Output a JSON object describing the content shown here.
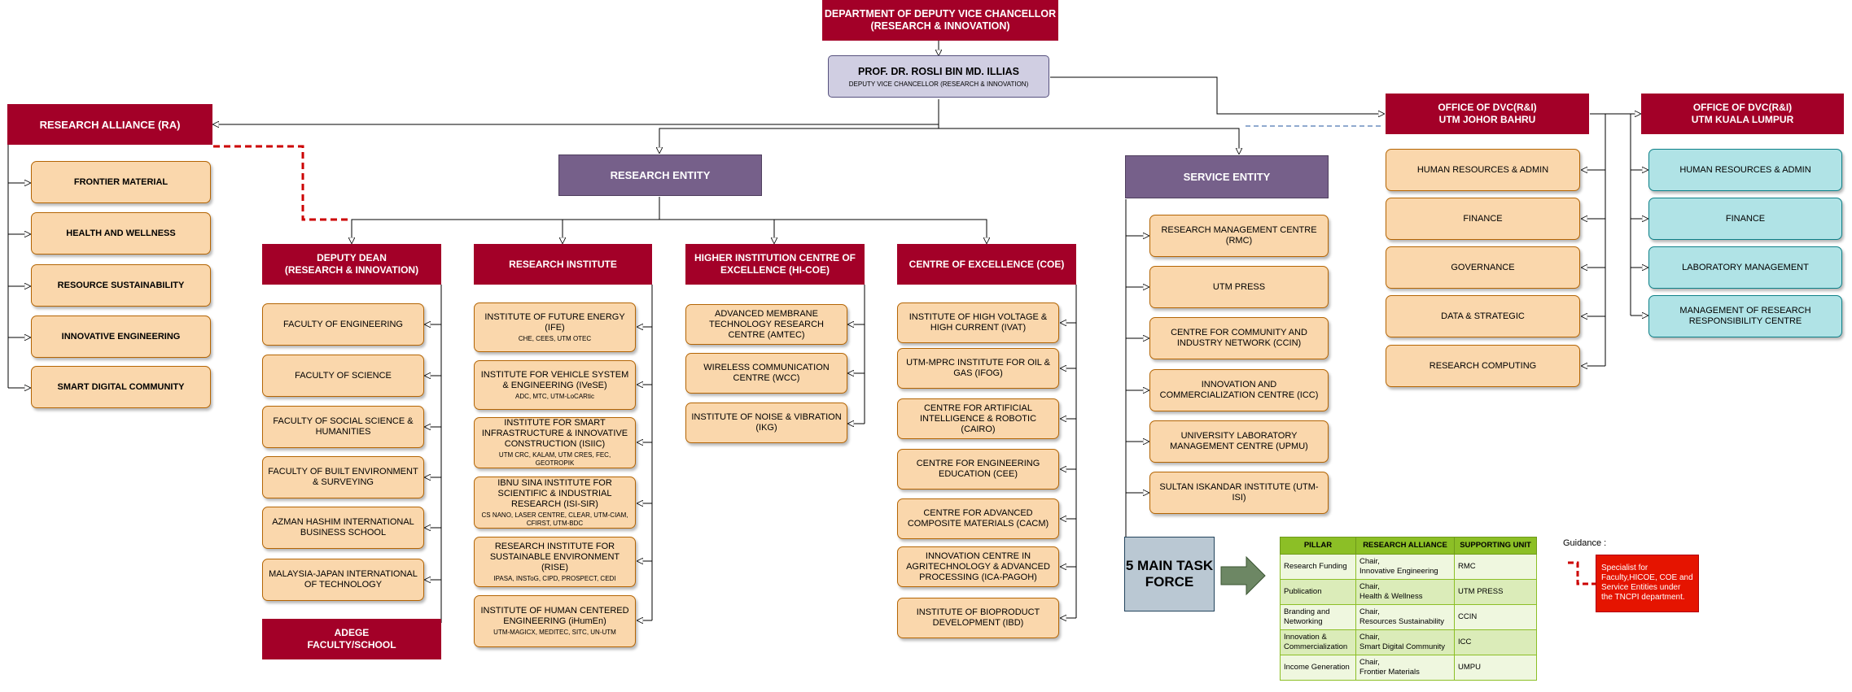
{
  "top_department": "DEPARTMENT OF DEPUTY VICE CHANCELLOR\n(RESEARCH & INNOVATION)",
  "dvc": {
    "name": "PROF. DR. ROSLI BIN MD. ILLIAS",
    "title": "DEPUTY VICE CHANCELLOR (RESEARCH & INNOVATION)"
  },
  "research_alliance": {
    "title": "RESEARCH ALLIANCE (RA)",
    "items": [
      "FRONTIER MATERIAL",
      "HEALTH AND WELLNESS",
      "RESOURCE SUSTAINABILITY",
      "INNOVATIVE ENGINEERING",
      "SMART DIGITAL COMMUNITY"
    ]
  },
  "research_entity": "RESEARCH ENTITY",
  "service_entity": {
    "title": "SERVICE ENTITY",
    "items": [
      "RESEARCH MANAGEMENT CENTRE (RMC)",
      "UTM PRESS",
      "CENTRE FOR COMMUNITY AND INDUSTRY NETWORK (CCIN)",
      "INNOVATION AND COMMERCIALIZATION CENTRE (ICC)",
      "UNIVERSITY LABORATORY MANAGEMENT CENTRE (UPMU)",
      "SULTAN ISKANDAR INSTITUTE (UTM-ISI)"
    ]
  },
  "deputy_dean": {
    "title": "DEPUTY DEAN\n(RESEARCH & INNOVATION)",
    "items": [
      "FACULTY OF ENGINEERING",
      "FACULTY OF SCIENCE",
      "FACULTY OF SOCIAL SCIENCE & HUMANITIES",
      "FACULTY OF BUILT ENVIRONMENT & SURVEYING",
      "AZMAN HASHIM INTERNATIONAL BUSINESS SCHOOL",
      "MALAYSIA-JAPAN INTERNATIONAL OF TECHNOLOGY"
    ],
    "footer": "ADEGE\nFACULTY/SCHOOL"
  },
  "research_institute": {
    "title": "RESEARCH INSTITUTE",
    "items": [
      {
        "name": "INSTITUTE OF FUTURE ENERGY (IFE)",
        "sub": "CHE, CEES, UTM OTEC"
      },
      {
        "name": "INSTITUTE FOR VEHICLE SYSTEM & ENGINEERING (IVeSE)",
        "sub": "ADC, MTC, UTM-LoCARtic"
      },
      {
        "name": "INSTITUTE FOR SMART INFRASTRUCTURE & INNOVATIVE CONSTRUCTION (ISIIC)",
        "sub": "UTM CRC, KALAM, UTM CRES, FEC, GEOTROPIK"
      },
      {
        "name": "IBNU SINA INSTITUTE FOR SCIENTIFIC & INDUSTRIAL RESEARCH (ISI-SIR)",
        "sub": "CS NANO, LASER CENTRE, CLEAR, UTM-CIAM, CFIRST, UTM-BDC"
      },
      {
        "name": "RESEARCH INSTITUTE FOR SUSTAINABLE ENVIRONMENT (RISE)",
        "sub": "IPASA, INSToG, CIPD, PROSPECT, CEDI"
      },
      {
        "name": "INSTITUTE OF HUMAN CENTERED ENGINEERING (iHumEn)",
        "sub": "UTM-MAGICX, MEDITEC, SITC, UN-UTM"
      }
    ]
  },
  "hicoe": {
    "title": "HIGHER INSTITUTION CENTRE OF EXCELLENCE (HI-COE)",
    "items": [
      "ADVANCED MEMBRANE TECHNOLOGY RESEARCH CENTRE (AMTEC)",
      "WIRELESS COMMUNICATION CENTRE (WCC)",
      "INSTITUTE OF NOISE & VIBRATION (IKG)"
    ]
  },
  "coe": {
    "title": "CENTRE OF EXCELLENCE (COE)",
    "items": [
      "INSTITUTE OF HIGH VOLTAGE & HIGH CURRENT (IVAT)",
      "UTM-MPRC INSTITUTE FOR OIL & GAS (IFOG)",
      "CENTRE FOR ARTIFICIAL INTELLIGENCE & ROBOTIC (CAIRO)",
      "CENTRE FOR ENGINEERING EDUCATION (CEE)",
      "CENTRE FOR ADVANCED COMPOSITE MATERIALS (CACM)",
      "INNOVATION CENTRE IN AGRITECHNOLOGY & ADVANCED PROCESSING (ICA-PAGOH)",
      "INSTITUTE OF BIOPRODUCT DEVELOPMENT (IBD)"
    ]
  },
  "office_jb": {
    "title": "OFFICE OF DVC(R&I)\nUTM JOHOR BAHRU",
    "items": [
      "HUMAN RESOURCES & ADMIN",
      "FINANCE",
      "GOVERNANCE",
      "DATA & STRATEGIC",
      "RESEARCH COMPUTING"
    ]
  },
  "office_kl": {
    "title": "OFFICE OF DVC(R&I)\nUTM KUALA LUMPUR",
    "items": [
      "HUMAN RESOURCES & ADMIN",
      "FINANCE",
      "LABORATORY MANAGEMENT",
      "MANAGEMENT OF RESEARCH RESPONSIBILITY CENTRE"
    ]
  },
  "task_force": "5 MAIN TASK\nFORCE",
  "pillar_table": {
    "headers": [
      "PILLAR",
      "RESEARCH ALLIANCE",
      "SUPPORTING UNIT"
    ],
    "rows": [
      [
        "Research Funding",
        "Chair,\nInnovative Engineering",
        "RMC"
      ],
      [
        "Publication",
        "Chair,\nHealth & Wellness",
        "UTM PRESS"
      ],
      [
        "Branding and Networking",
        "Chair,\nResources Sustainability",
        "CCIN"
      ],
      [
        "Innovation & Commercialization",
        "Chair,\nSmart Digital Community",
        "ICC"
      ],
      [
        "Income Generation",
        "Chair,\nFrontier Materials",
        "UMPU"
      ]
    ]
  },
  "guidance": {
    "label": "Guidance :",
    "note": "Specialist for Faculty,HICOE, COE and Service Entities under the TNCPI department."
  },
  "colors": {
    "header_red": "#a30028",
    "purple": "#76608a",
    "node_fill": "#fad7ac",
    "node_border": "#b46504",
    "teal_fill": "#b0e3e6",
    "table_green": "#8cbf26",
    "guidance_red": "#e51400"
  }
}
